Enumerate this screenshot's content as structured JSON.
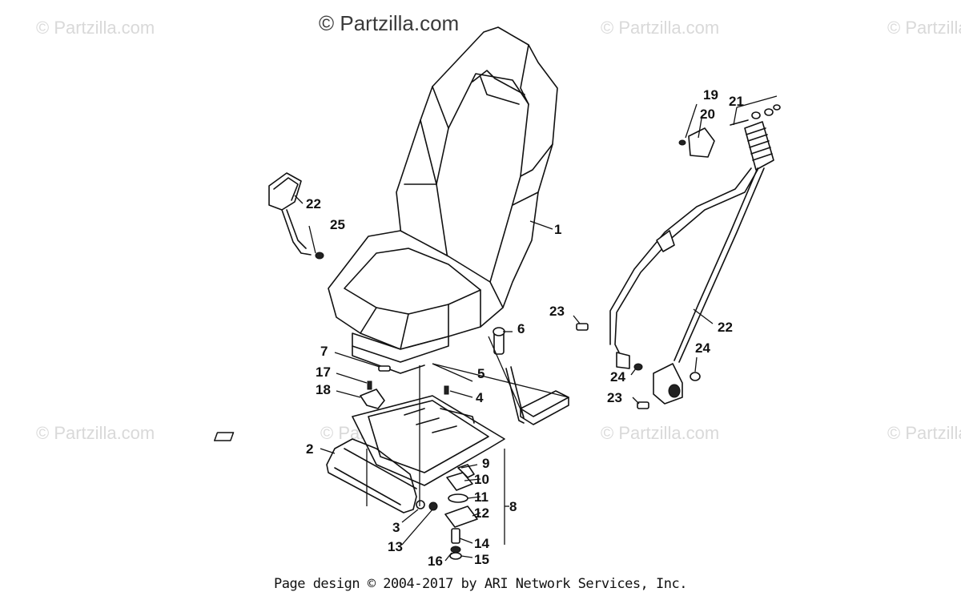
{
  "watermarks": {
    "top": "© Partzilla.com",
    "repeat": "© Partzilla.com"
  },
  "callouts": [
    "1",
    "2",
    "3",
    "4",
    "5",
    "6",
    "7",
    "8",
    "9",
    "10",
    "11",
    "12",
    "13",
    "14",
    "15",
    "16",
    "17",
    "18",
    "19",
    "20",
    "21",
    "22",
    "22",
    "23",
    "23",
    "24",
    "24",
    "25"
  ],
  "footer": "Page design © 2004-2017 by ARI Network Services, Inc."
}
